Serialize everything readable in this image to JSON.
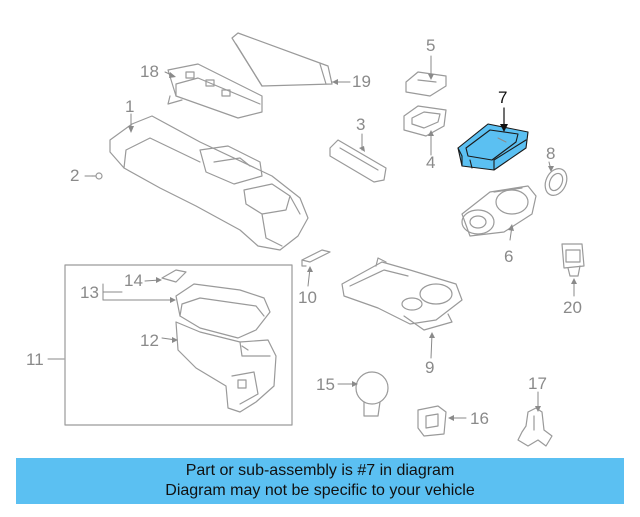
{
  "callouts": {
    "c1": "1",
    "c2": "2",
    "c3": "3",
    "c4": "4",
    "c5": "5",
    "c6": "6",
    "c7": "7",
    "c8": "8",
    "c9": "9",
    "c10": "10",
    "c11": "11",
    "c12": "12",
    "c13": "13",
    "c14": "14",
    "c15": "15",
    "c16": "16",
    "c17": "17",
    "c18": "18",
    "c19": "19",
    "c20": "20"
  },
  "highlight": {
    "part": "7",
    "color": "#5bc0f2"
  },
  "colors": {
    "line": "#9a9a9a",
    "banner": "#5bc0f2"
  },
  "banner": {
    "line1": "Part or sub-assembly is #7 in diagram",
    "line2": "Diagram may not be specific to your vehicle"
  }
}
